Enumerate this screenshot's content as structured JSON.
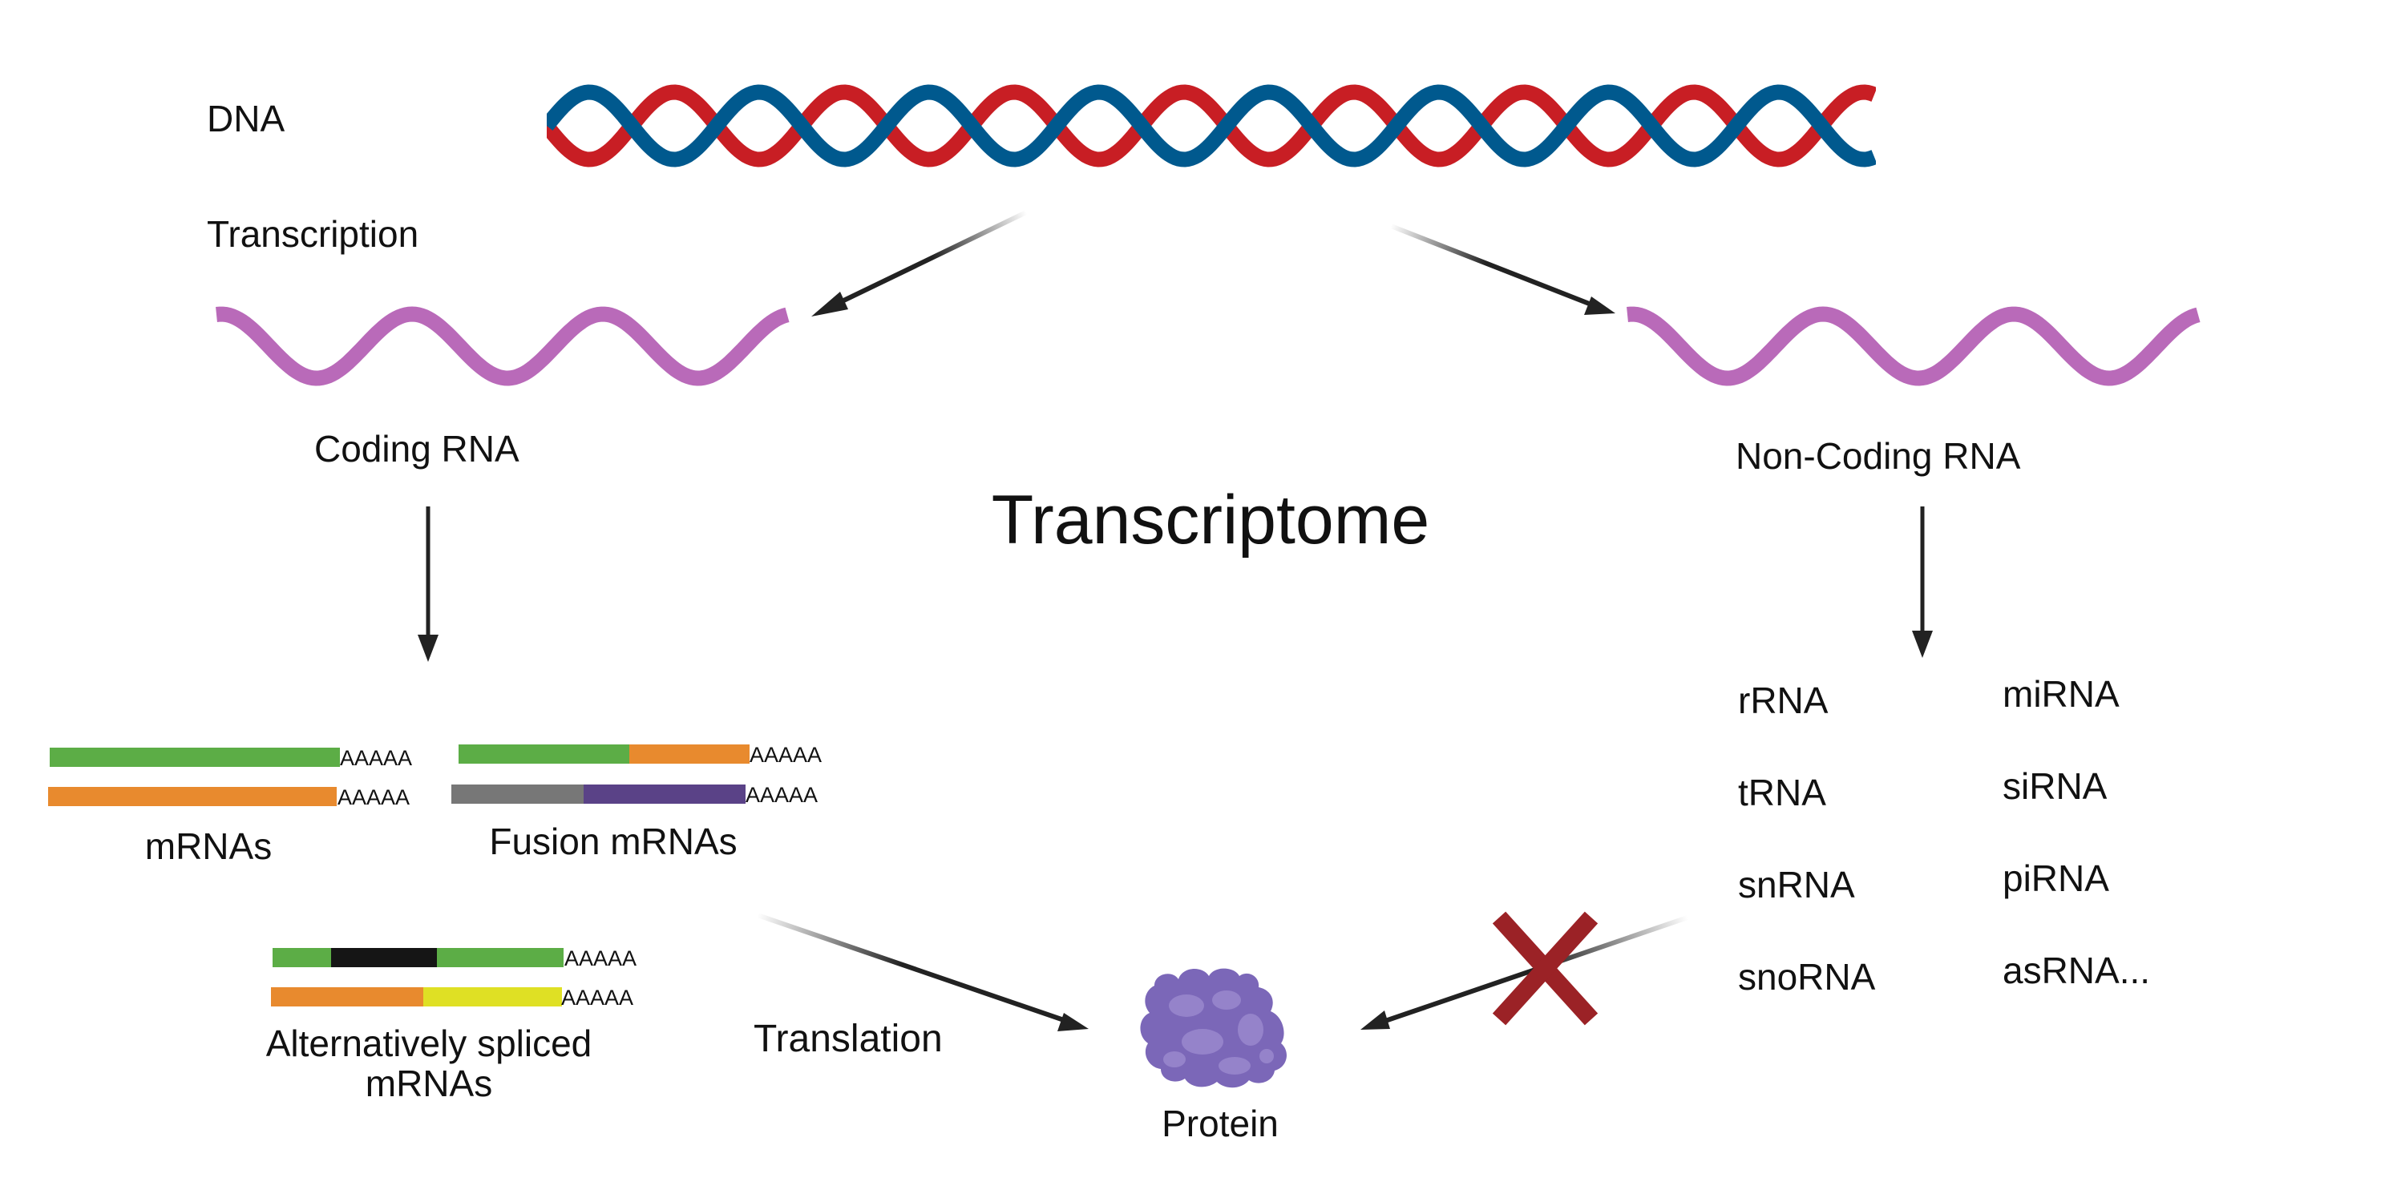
{
  "labels": {
    "dna": "DNA",
    "transcription": "Transcription",
    "coding_rna": "Coding RNA",
    "non_coding_rna": "Non-Coding RNA",
    "title": "Transcriptome",
    "mrnas": "mRNAs",
    "fusion_mrnas": "Fusion  mRNAs",
    "alt_spliced_line1": "Alternatively spliced",
    "alt_spliced_line2": "mRNAs",
    "translation": "Translation",
    "protein": "Protein",
    "poly_a": "AAAAA"
  },
  "ncrna_types": {
    "left": [
      "rRNA",
      "tRNA",
      "snRNA",
      "snoRNA"
    ],
    "right": [
      "miRNA",
      "siRNA",
      "piRNA",
      "asRNA..."
    ]
  },
  "colors": {
    "dna_red": "#c81e24",
    "dna_blue": "#00598e",
    "rna": "#b96ab9",
    "arrow": "#222222",
    "green": "#5cad46",
    "orange": "#e88a2e",
    "gray": "#777777",
    "purple": "#5a4287",
    "black": "#151515",
    "yellow": "#dfe024",
    "protein": "#7b67b8",
    "cross": "#9b2226"
  }
}
